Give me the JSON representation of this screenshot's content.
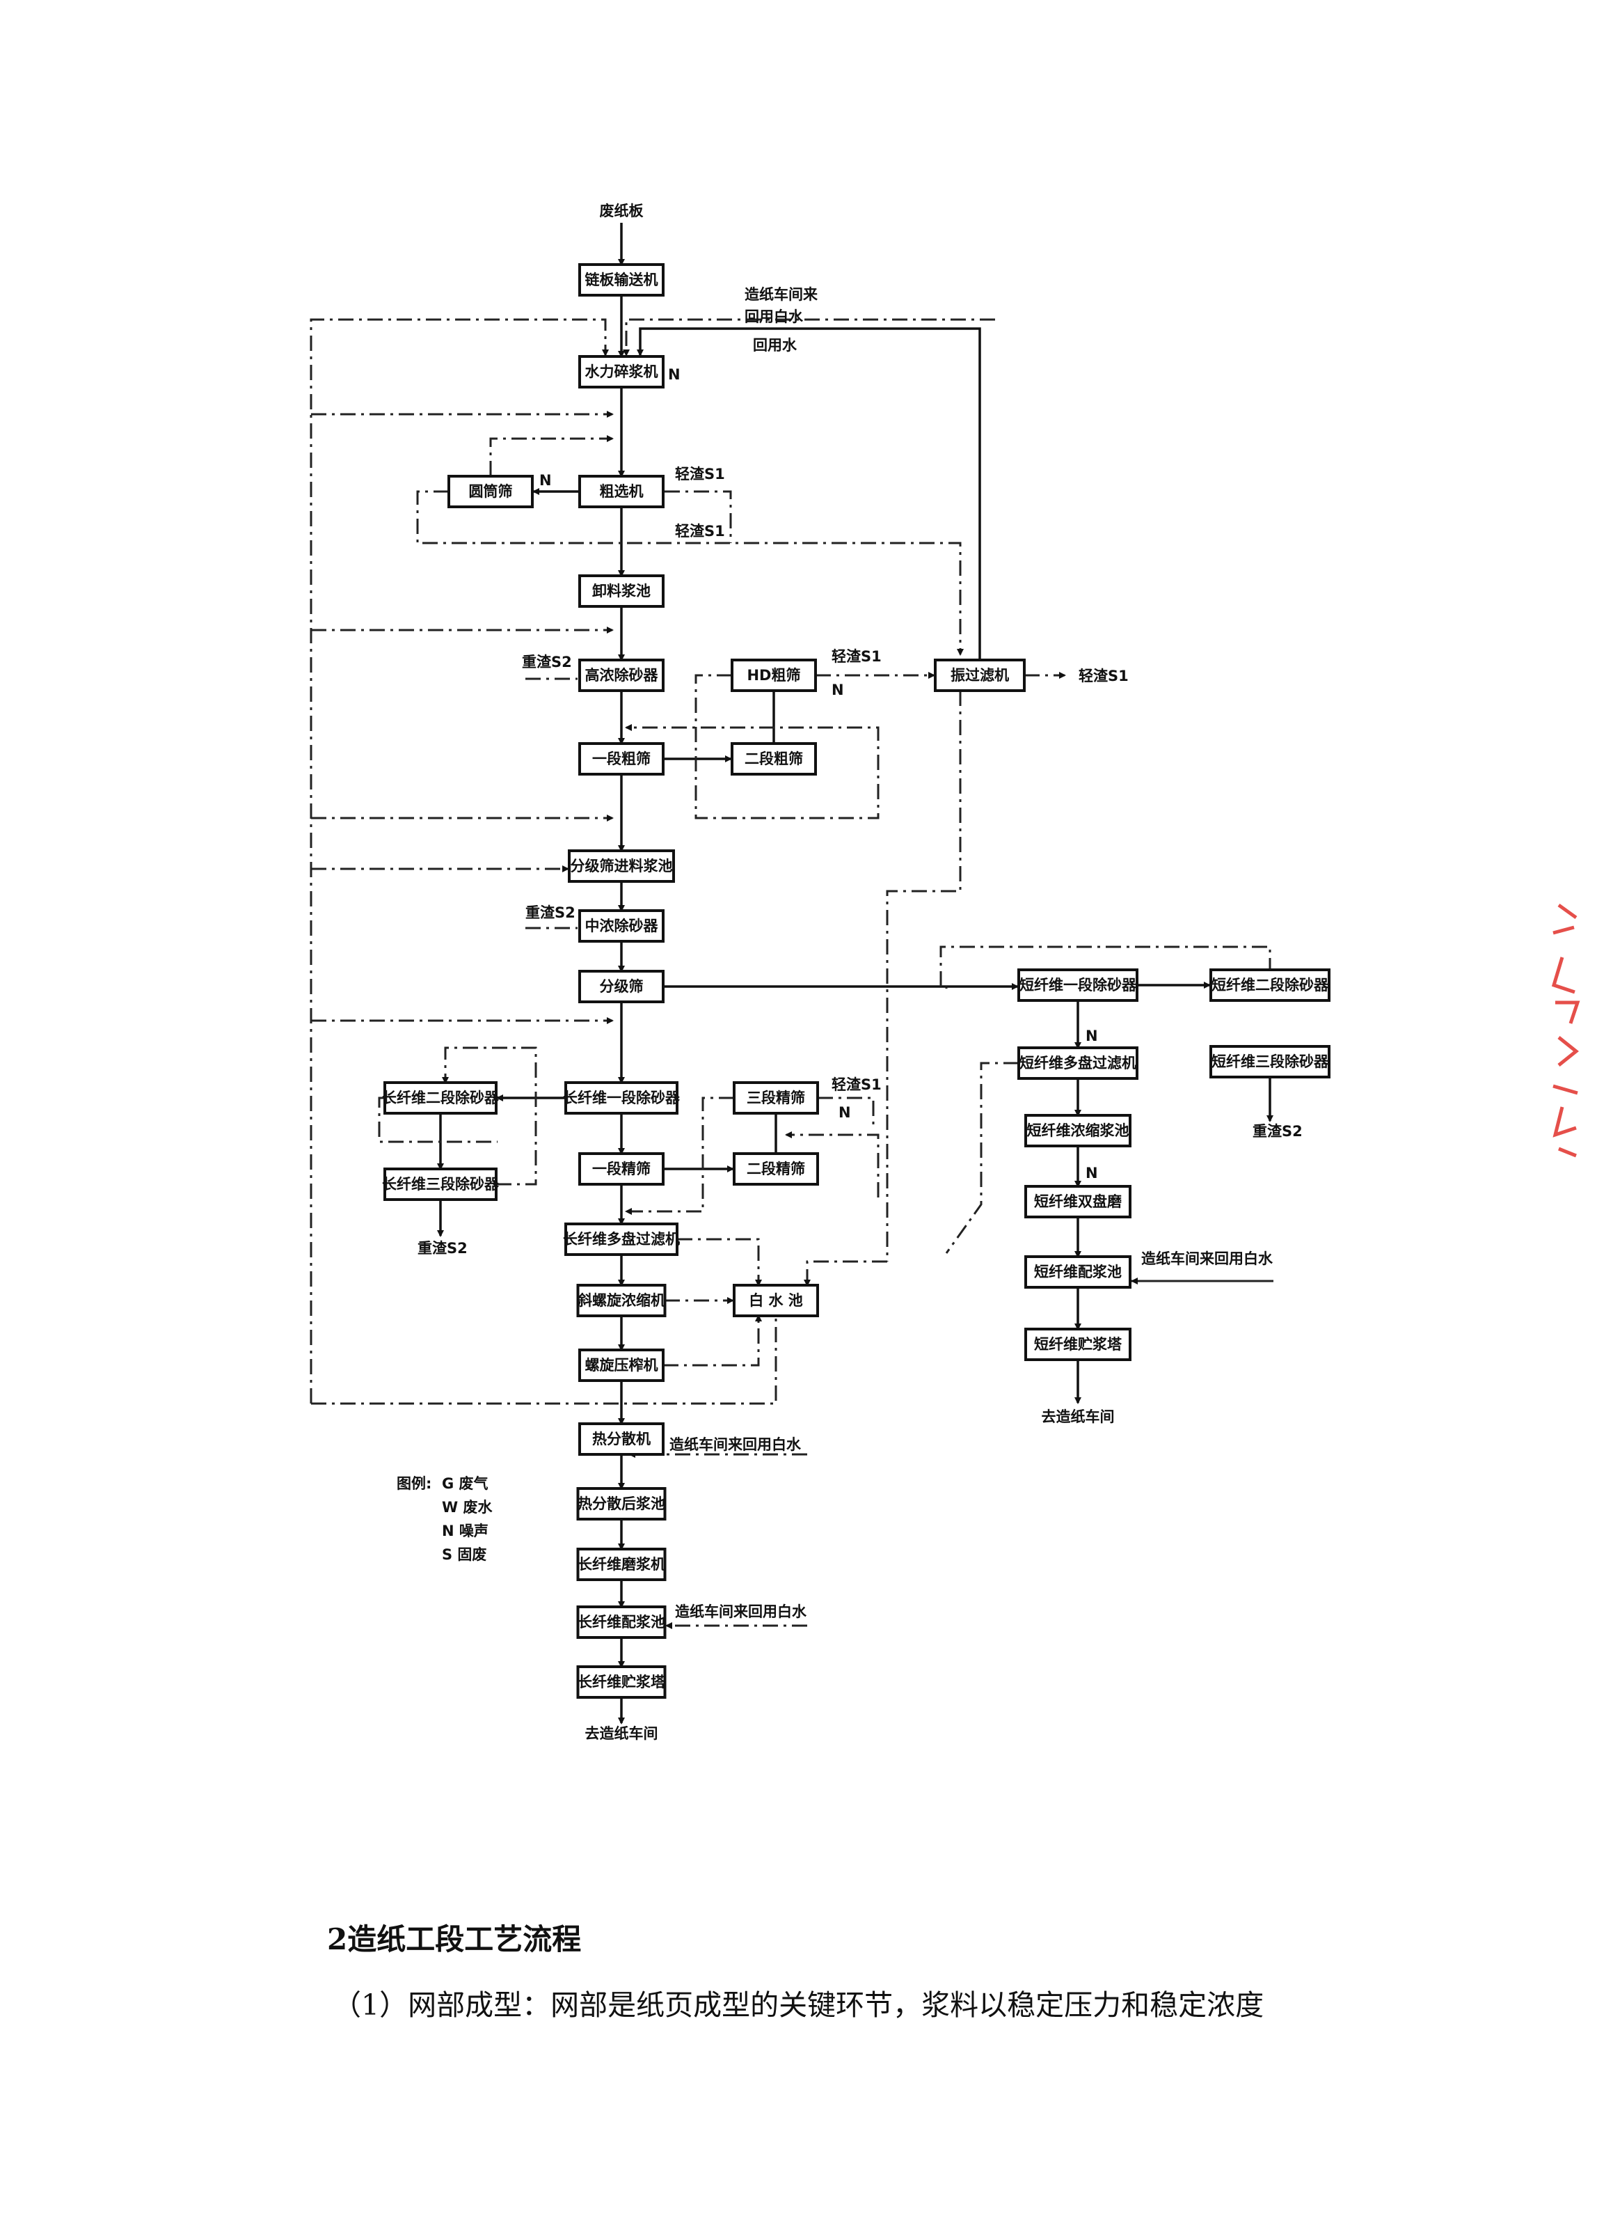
{
  "diagram": {
    "nodes": [
      {
        "id": "chain",
        "label": "链板输送机"
      },
      {
        "id": "pulper",
        "label": "水力碎浆机"
      },
      {
        "id": "drum",
        "label": "圆筒筛"
      },
      {
        "id": "coarse",
        "label": "粗选机"
      },
      {
        "id": "dump",
        "label": "卸料浆池"
      },
      {
        "id": "hdclean",
        "label": "高浓除砂器"
      },
      {
        "id": "hdscreen",
        "label": "HD粗筛"
      },
      {
        "id": "filter",
        "label": "振过滤机"
      },
      {
        "id": "screen1",
        "label": "一段粗筛"
      },
      {
        "id": "screen2",
        "label": "二段粗筛"
      },
      {
        "id": "fractank",
        "label": "分级筛进料浆池"
      },
      {
        "id": "mcclean",
        "label": "中浓除砂器"
      },
      {
        "id": "frac",
        "label": "分级筛"
      },
      {
        "id": "lf1",
        "label": "长纤维一段除砂器"
      },
      {
        "id": "lf2",
        "label": "长纤维二段除砂器"
      },
      {
        "id": "lf3",
        "label": "长纤维三段除砂器"
      },
      {
        "id": "fine3",
        "label": "三段精筛"
      },
      {
        "id": "fine1",
        "label": "一段精筛"
      },
      {
        "id": "fine2",
        "label": "二段精筛"
      },
      {
        "id": "lfdisc",
        "label": "长纤维多盘过滤机"
      },
      {
        "id": "screw",
        "label": "斜螺旋浓缩机"
      },
      {
        "id": "white",
        "label": "白 水 池"
      },
      {
        "id": "press",
        "label": "螺旋压榨机"
      },
      {
        "id": "disp",
        "label": "热分散机"
      },
      {
        "id": "disptank",
        "label": "热分散后浆池"
      },
      {
        "id": "lfref",
        "label": "长纤维磨浆机"
      },
      {
        "id": "lfmix",
        "label": "长纤维配浆池"
      },
      {
        "id": "lftower",
        "label": "长纤维贮浆塔"
      },
      {
        "id": "sf1",
        "label": "短纤维一段除砂器"
      },
      {
        "id": "sf2",
        "label": "短纤维二段除砂器"
      },
      {
        "id": "sf3",
        "label": "短纤维三段除砂器"
      },
      {
        "id": "sfdisc",
        "label": "短纤维多盘过滤机"
      },
      {
        "id": "sfthick",
        "label": "短纤维浓缩浆池"
      },
      {
        "id": "sfref",
        "label": "短纤维双盘磨"
      },
      {
        "id": "sfmix",
        "label": "短纤维配浆池"
      },
      {
        "id": "sftower",
        "label": "短纤维贮浆塔"
      }
    ],
    "notes": {
      "input": "废纸板",
      "recycle_water_1": "造纸车间来",
      "recycle_water_2": "回用白水",
      "reuse_water": "回用水",
      "noise": "N",
      "light_reject": "轻渣S1",
      "heavy_reject": "重渣S2",
      "to_paper": "去造纸车间",
      "paper_white_water": "造纸车间来回用白水"
    },
    "legend": {
      "title": "图例:",
      "items": [
        "G 废气",
        "W 废水",
        "N 噪声",
        "S 固废"
      ]
    }
  },
  "text": {
    "heading": "2造纸工段工艺流程",
    "paragraph": "（1）网部成型：网部是纸页成型的关键环节，浆料以稳定压力和稳定浓度"
  },
  "colors": {
    "ink": "#111111",
    "stamp": "#e0302a"
  }
}
